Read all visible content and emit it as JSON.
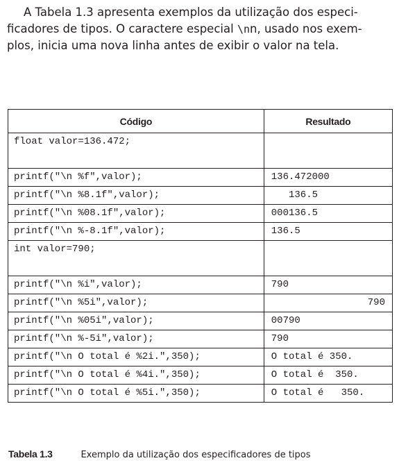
{
  "intro": {
    "lines": [
      "A Tabela 1.3 apresenta exemplos da utilização dos especi-",
      "ficadores de tipos. O caractere especial ",
      "n, usado nos exem-",
      "plos, inicia uma nova linha antes de exibir o valor na tela."
    ],
    "code_token": "\\n"
  },
  "table": {
    "headers": {
      "code": "Código",
      "result": "Resultado"
    },
    "groups": [
      {
        "code": [
          "float valor=136.472;",
          "",
          "printf(\"\\n %f\",valor);",
          "printf(\"\\n %8.1f\",valor);",
          "printf(\"\\n %08.1f\",valor);",
          "printf(\"\\n %-8.1f\",valor);"
        ],
        "result": [
          "",
          "",
          "136.472000",
          "   136.5",
          "000136.5",
          "136.5"
        ]
      },
      {
        "code": [
          "int valor=790;",
          "",
          "printf(\"\\n %i\",valor);",
          "printf(\"\\n %5i\",valor);",
          "printf(\"\\n %05i\",valor);",
          "printf(\"\\n %-5i\",valor);"
        ],
        "result": [
          "",
          "",
          "790",
          "790",
          "00790",
          "790"
        ]
      },
      {
        "code": [
          "printf(\"\\n O total é %2i.\",350);",
          "printf(\"\\n O total é %4i.\",350);",
          "printf(\"\\n O total é %5i.\",350);"
        ],
        "result": [
          "O total é 350.",
          "O total é  350.",
          "O total é   350."
        ]
      }
    ]
  },
  "caption": {
    "label": "Tabela 1.3",
    "text": "Exemplo da utilização dos especificadores de tipos"
  }
}
